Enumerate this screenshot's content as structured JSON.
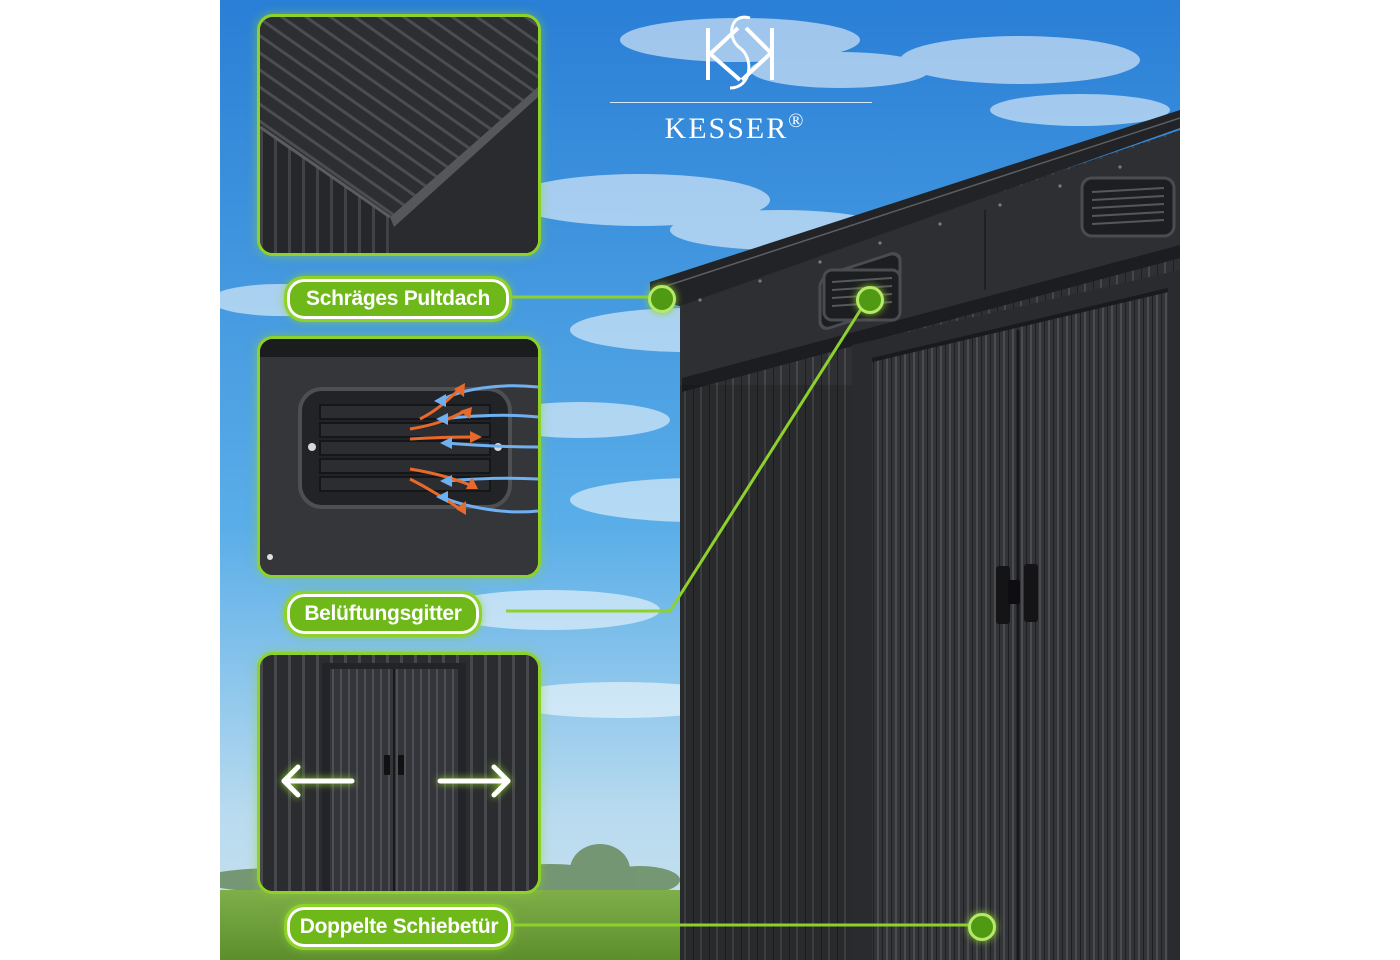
{
  "brand": {
    "name": "KESSER",
    "mark": "®",
    "logo_icon": "ks-monogram-icon"
  },
  "features": [
    {
      "label": "Schräges Pultdach",
      "icon": "sloped-roof-detail"
    },
    {
      "label": "Belüftungsgitter",
      "icon": "vent-grille-detail"
    },
    {
      "label": "Doppelte Schiebetür",
      "icon": "sliding-door-detail"
    }
  ],
  "colors": {
    "accent": "#8fd12b",
    "label_fill": "#6fb81a",
    "shed": "#2c2d30",
    "sky": "#2f8fdc",
    "airflow_warm": "#e86a2b",
    "airflow_cool": "#6fb0f0"
  }
}
